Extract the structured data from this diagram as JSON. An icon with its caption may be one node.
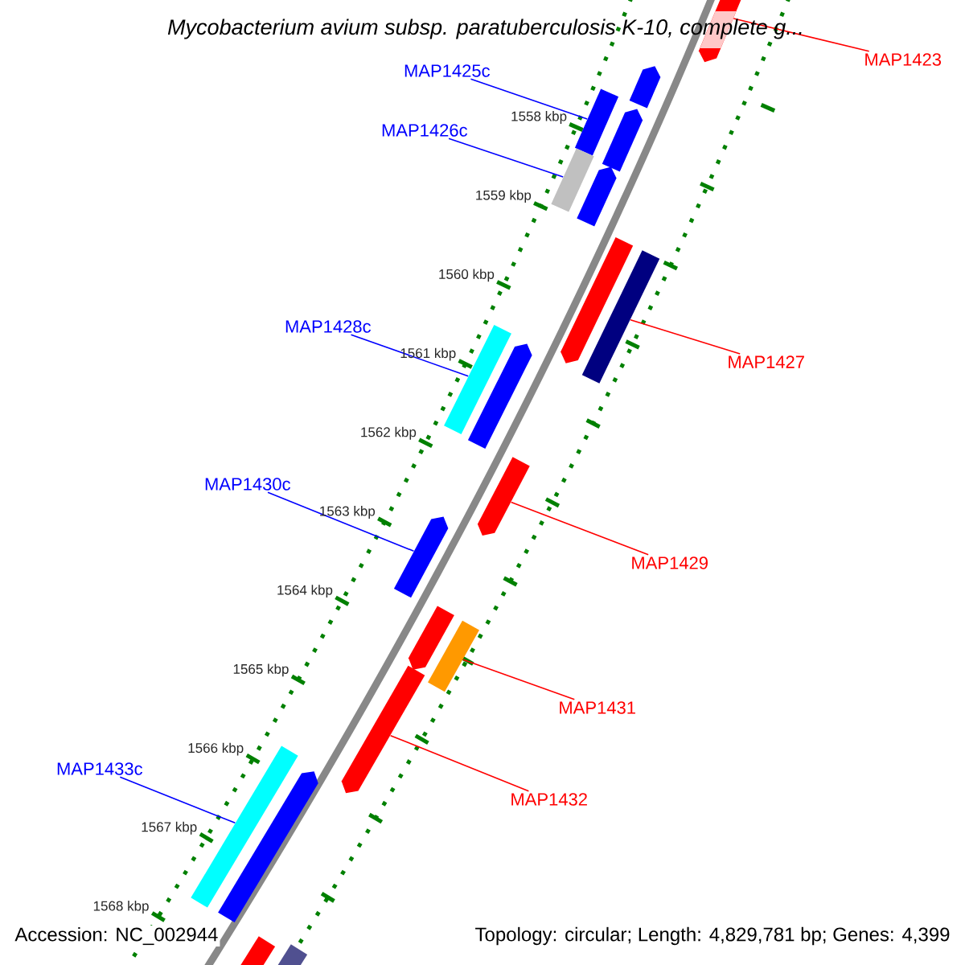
{
  "diagram": {
    "title": "Mycobacterium avium subsp. paratuberculosis K-10, complete g...",
    "nodes": [
      {
        "text": [
          "MAP1423"
        ]
      },
      {
        "text": [],
        "shape": "pentagon"
      },
      {
        "text": [
          "MAP1425c"
        ]
      },
      {
        "text": [],
        "shape": "pentagon"
      },
      {
        "text": [],
        "shape": "bar"
      },
      {
        "text": [
          "MAP1426c"
        ]
      },
      {
        "text": [],
        "shape": "pentagon"
      },
      {
        "text": [],
        "shape": "bar"
      },
      {
        "text": [],
        "shape": "pentagon"
      },
      {
        "text": [],
        "shape": "pentagon"
      },
      {
        "text": [],
        "shape": "bar"
      },
      {
        "text": [
          "MAP1427"
        ]
      },
      {
        "text": [
          "MAP1428c"
        ]
      },
      {
        "text": [],
        "shape": "bar"
      },
      {
        "text": [],
        "shape": "pentagon"
      },
      {
        "text": [
          "MAP1430c"
        ]
      },
      {
        "text": [],
        "shape": "pentagon"
      },
      {
        "text": [
          "MAP1429"
        ]
      },
      {
        "text": [],
        "shape": "pentagon"
      },
      {
        "text": [],
        "shape": "pentagon"
      },
      {
        "text": [],
        "shape": "bar"
      },
      {
        "text": [
          "MAP1431"
        ]
      },
      {
        "text": [
          "MAP1433c"
        ]
      },
      {
        "text": [],
        "shape": "pentagon"
      },
      {
        "text": [
          "MAP1432"
        ]
      },
      {
        "text": [],
        "shape": "bar"
      },
      {
        "text": [],
        "shape": "pentagon"
      },
      {
        "text": [],
        "shape": "bar"
      },
      {
        "text": [],
        "shape": "bar"
      }
    ],
    "edges": [
      {
        "from": 0,
        "to": 1,
        "arrow": "none",
        "color": "#ff0000"
      },
      {
        "from": 2,
        "to": 4,
        "arrow": "none",
        "color": "#0000ff"
      },
      {
        "from": 5,
        "to": 7,
        "arrow": "none",
        "color": "#0000ff"
      },
      {
        "from": 11,
        "to": 10,
        "arrow": "none",
        "color": "#ff0000"
      },
      {
        "from": 12,
        "to": 13,
        "arrow": "none",
        "color": "#0000ff"
      },
      {
        "from": 15,
        "to": 18,
        "arrow": "none",
        "color": "#0000ff"
      },
      {
        "from": 17,
        "to": 16,
        "arrow": "none",
        "color": "#ff0000"
      },
      {
        "from": 21,
        "to": 20,
        "arrow": "none",
        "color": "#ff0000"
      },
      {
        "from": 22,
        "to": 25,
        "arrow": "none",
        "color": "#0000ff"
      },
      {
        "from": 24,
        "to": 23,
        "arrow": "none",
        "color": "#ff0000"
      }
    ],
    "labels": [
      "1558 kbp",
      "1559 kbp",
      "1560 kbp",
      "1561 kbp",
      "1562 kbp",
      "1563 kbp",
      "1564 kbp",
      "1565 kbp",
      "1566 kbp",
      "1567 kbp",
      "1568 kbp",
      "Accession: NC_002944",
      "Topology: circular; Length: 4,829,781 bp; Genes: 4,399"
    ]
  }
}
